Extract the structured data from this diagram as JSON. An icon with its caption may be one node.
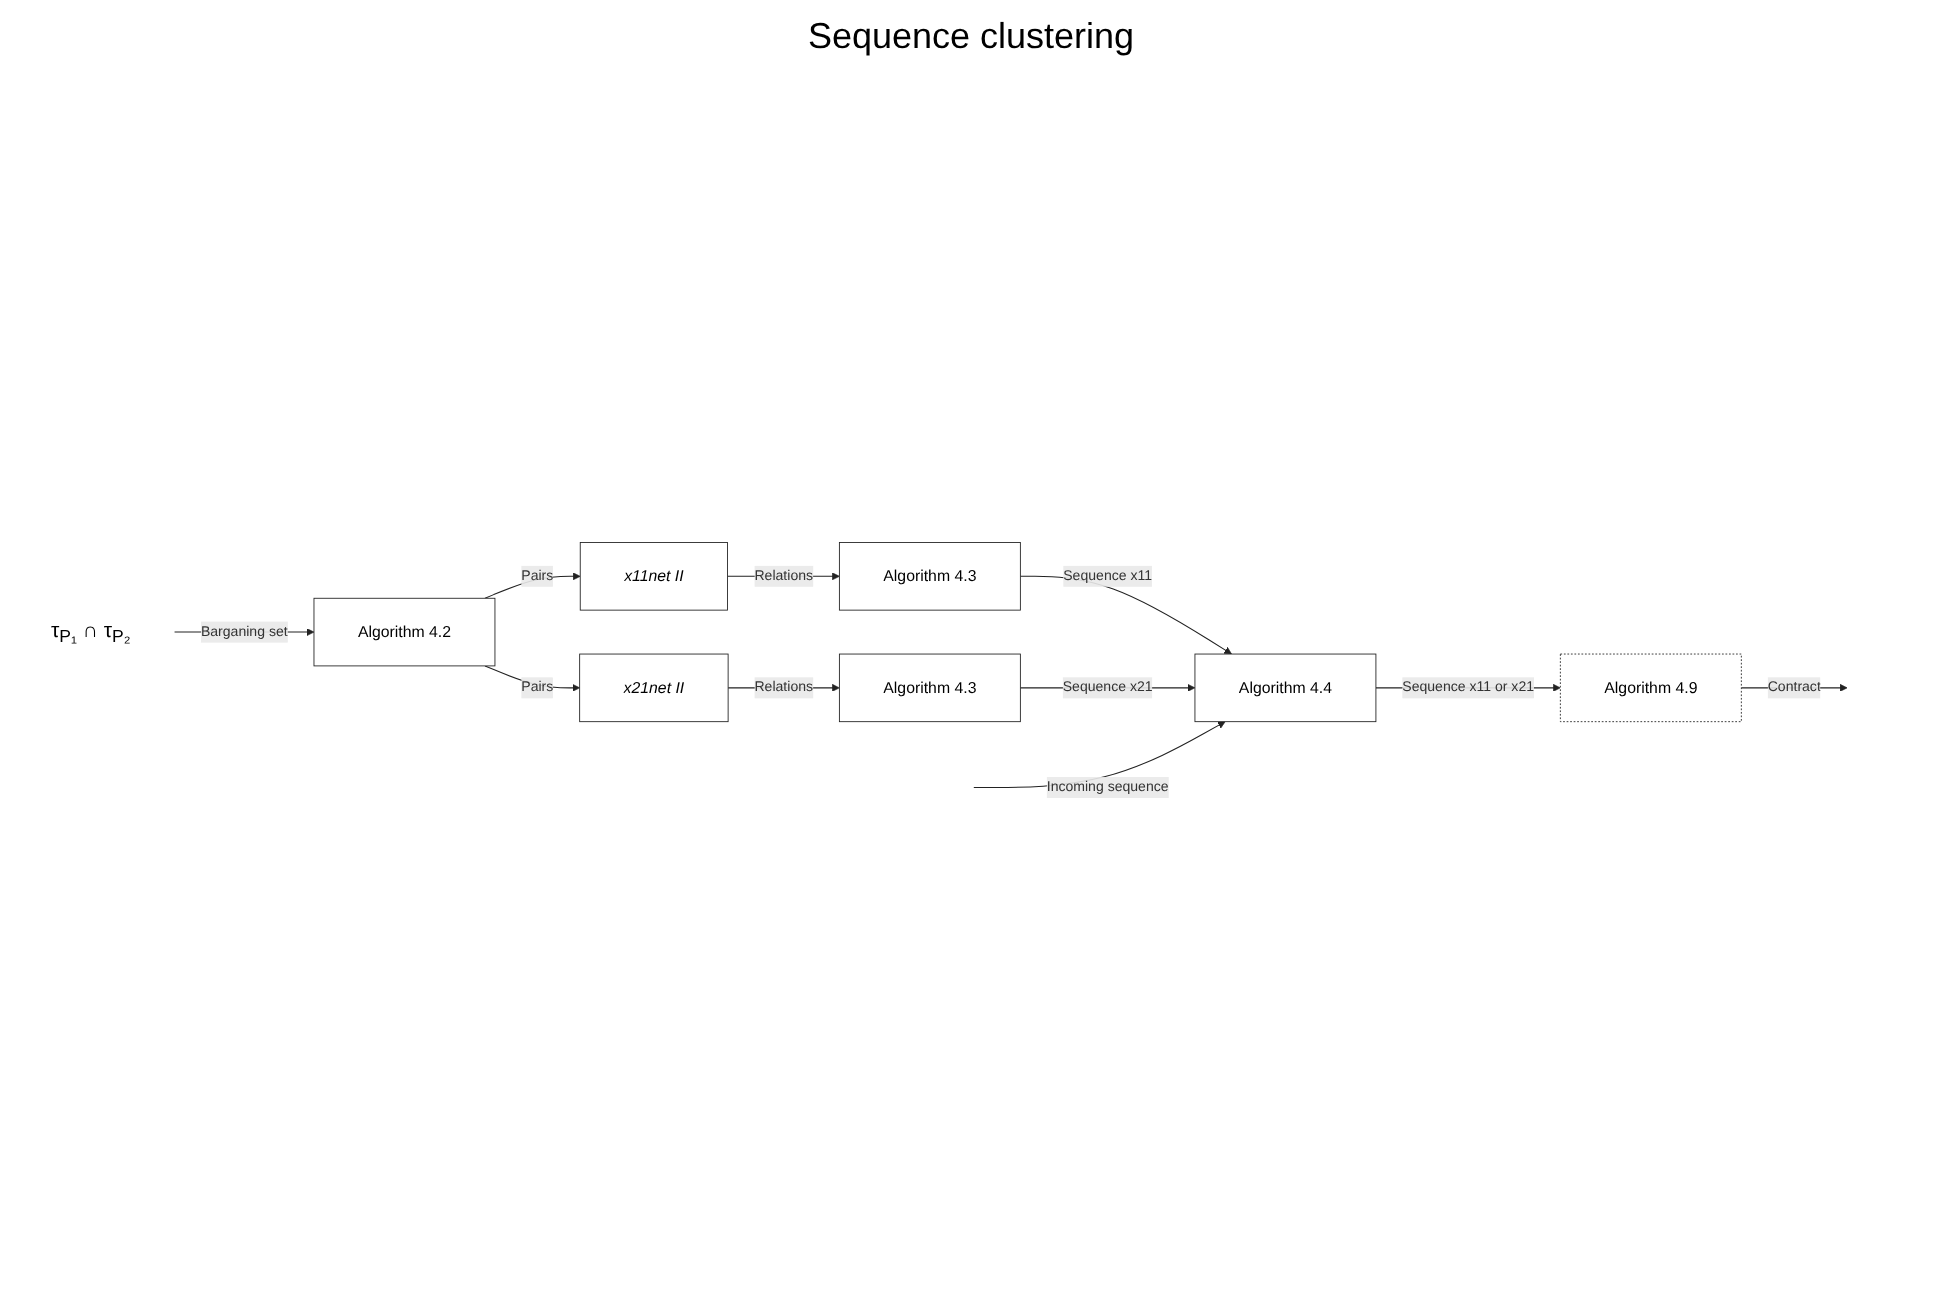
{
  "diagram": {
    "title": "Sequence clustering",
    "nodes": [
      {
        "text": [
          "τ$_{P₁}$ ∩ τ$_{P₂}$"
        ]
      },
      {
        "text": [
          "Algorithm 4.2"
        ]
      },
      {
        "text": [
          "x11net II"
        ]
      },
      {
        "text": [
          "Algorithm 4.3"
        ]
      },
      {
        "text": [
          "x21net II"
        ]
      },
      {
        "text": [
          "Algorithm 4.3"
        ]
      },
      {
        "text": [
          "Algorithm 4.4"
        ]
      },
      {
        "text": [
          "Algorithm 4.9"
        ]
      }
    ],
    "edges": [
      {
        "from": 0,
        "to": 1,
        "arrow": "to",
        "label": "Barganing set"
      },
      {
        "from": 1,
        "to": 2,
        "arrow": "to",
        "label": "Pairs"
      },
      {
        "from": 1,
        "to": 4,
        "arrow": "to",
        "label": "Pairs"
      },
      {
        "from": 2,
        "to": 3,
        "arrow": "to",
        "label": "Relations"
      },
      {
        "from": 4,
        "to": 5,
        "arrow": "to",
        "label": "Relations"
      },
      {
        "from": 3,
        "to": 6,
        "arrow": "to",
        "label": "Sequence x11"
      },
      {
        "from": 5,
        "to": 6,
        "arrow": "to",
        "label": "Sequence x21"
      },
      {
        "from": null,
        "to": 6,
        "arrow": "to",
        "label": "Incoming sequence"
      },
      {
        "from": 6,
        "to": 7,
        "arrow": "to",
        "label": "Sequence x11 or x21"
      },
      {
        "from": 7,
        "to": null,
        "arrow": "to",
        "label": "Contract"
      }
    ]
  }
}
